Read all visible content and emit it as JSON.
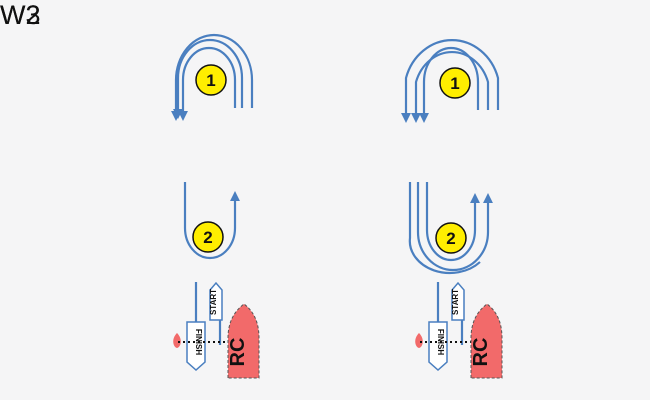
{
  "courses": [
    {
      "title": "W2",
      "windward_mark": "1",
      "leeward_mark": "2",
      "start_label": "START",
      "finish_label": "FINISH",
      "committee_boat": "RC"
    },
    {
      "title": "W3",
      "windward_mark": "1",
      "leeward_mark": "2",
      "start_label": "START",
      "finish_label": "FINISH",
      "committee_boat": "RC"
    }
  ],
  "colors": {
    "course_line": "#4a7fc0",
    "mark_fill": "#ffee00",
    "boat_fill": "#f26a6a",
    "pin_fill": "#f26a6a"
  }
}
